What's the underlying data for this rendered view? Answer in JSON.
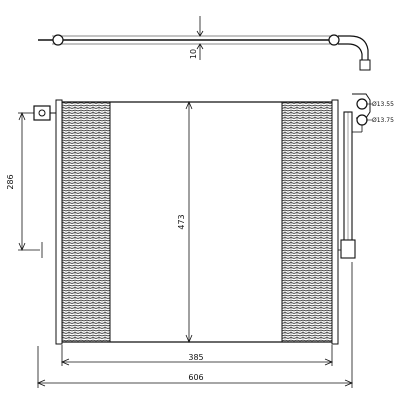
{
  "dimensions": {
    "top_offset": "10",
    "height_total": "286",
    "core_height": "473",
    "core_width": "385",
    "overall_width": "606",
    "port_upper": "Ø13.55",
    "port_lower": "Ø13.75"
  },
  "colors": {
    "ink": "#111111",
    "fin_dark": "#333333",
    "fin_light": "#ffffff"
  }
}
